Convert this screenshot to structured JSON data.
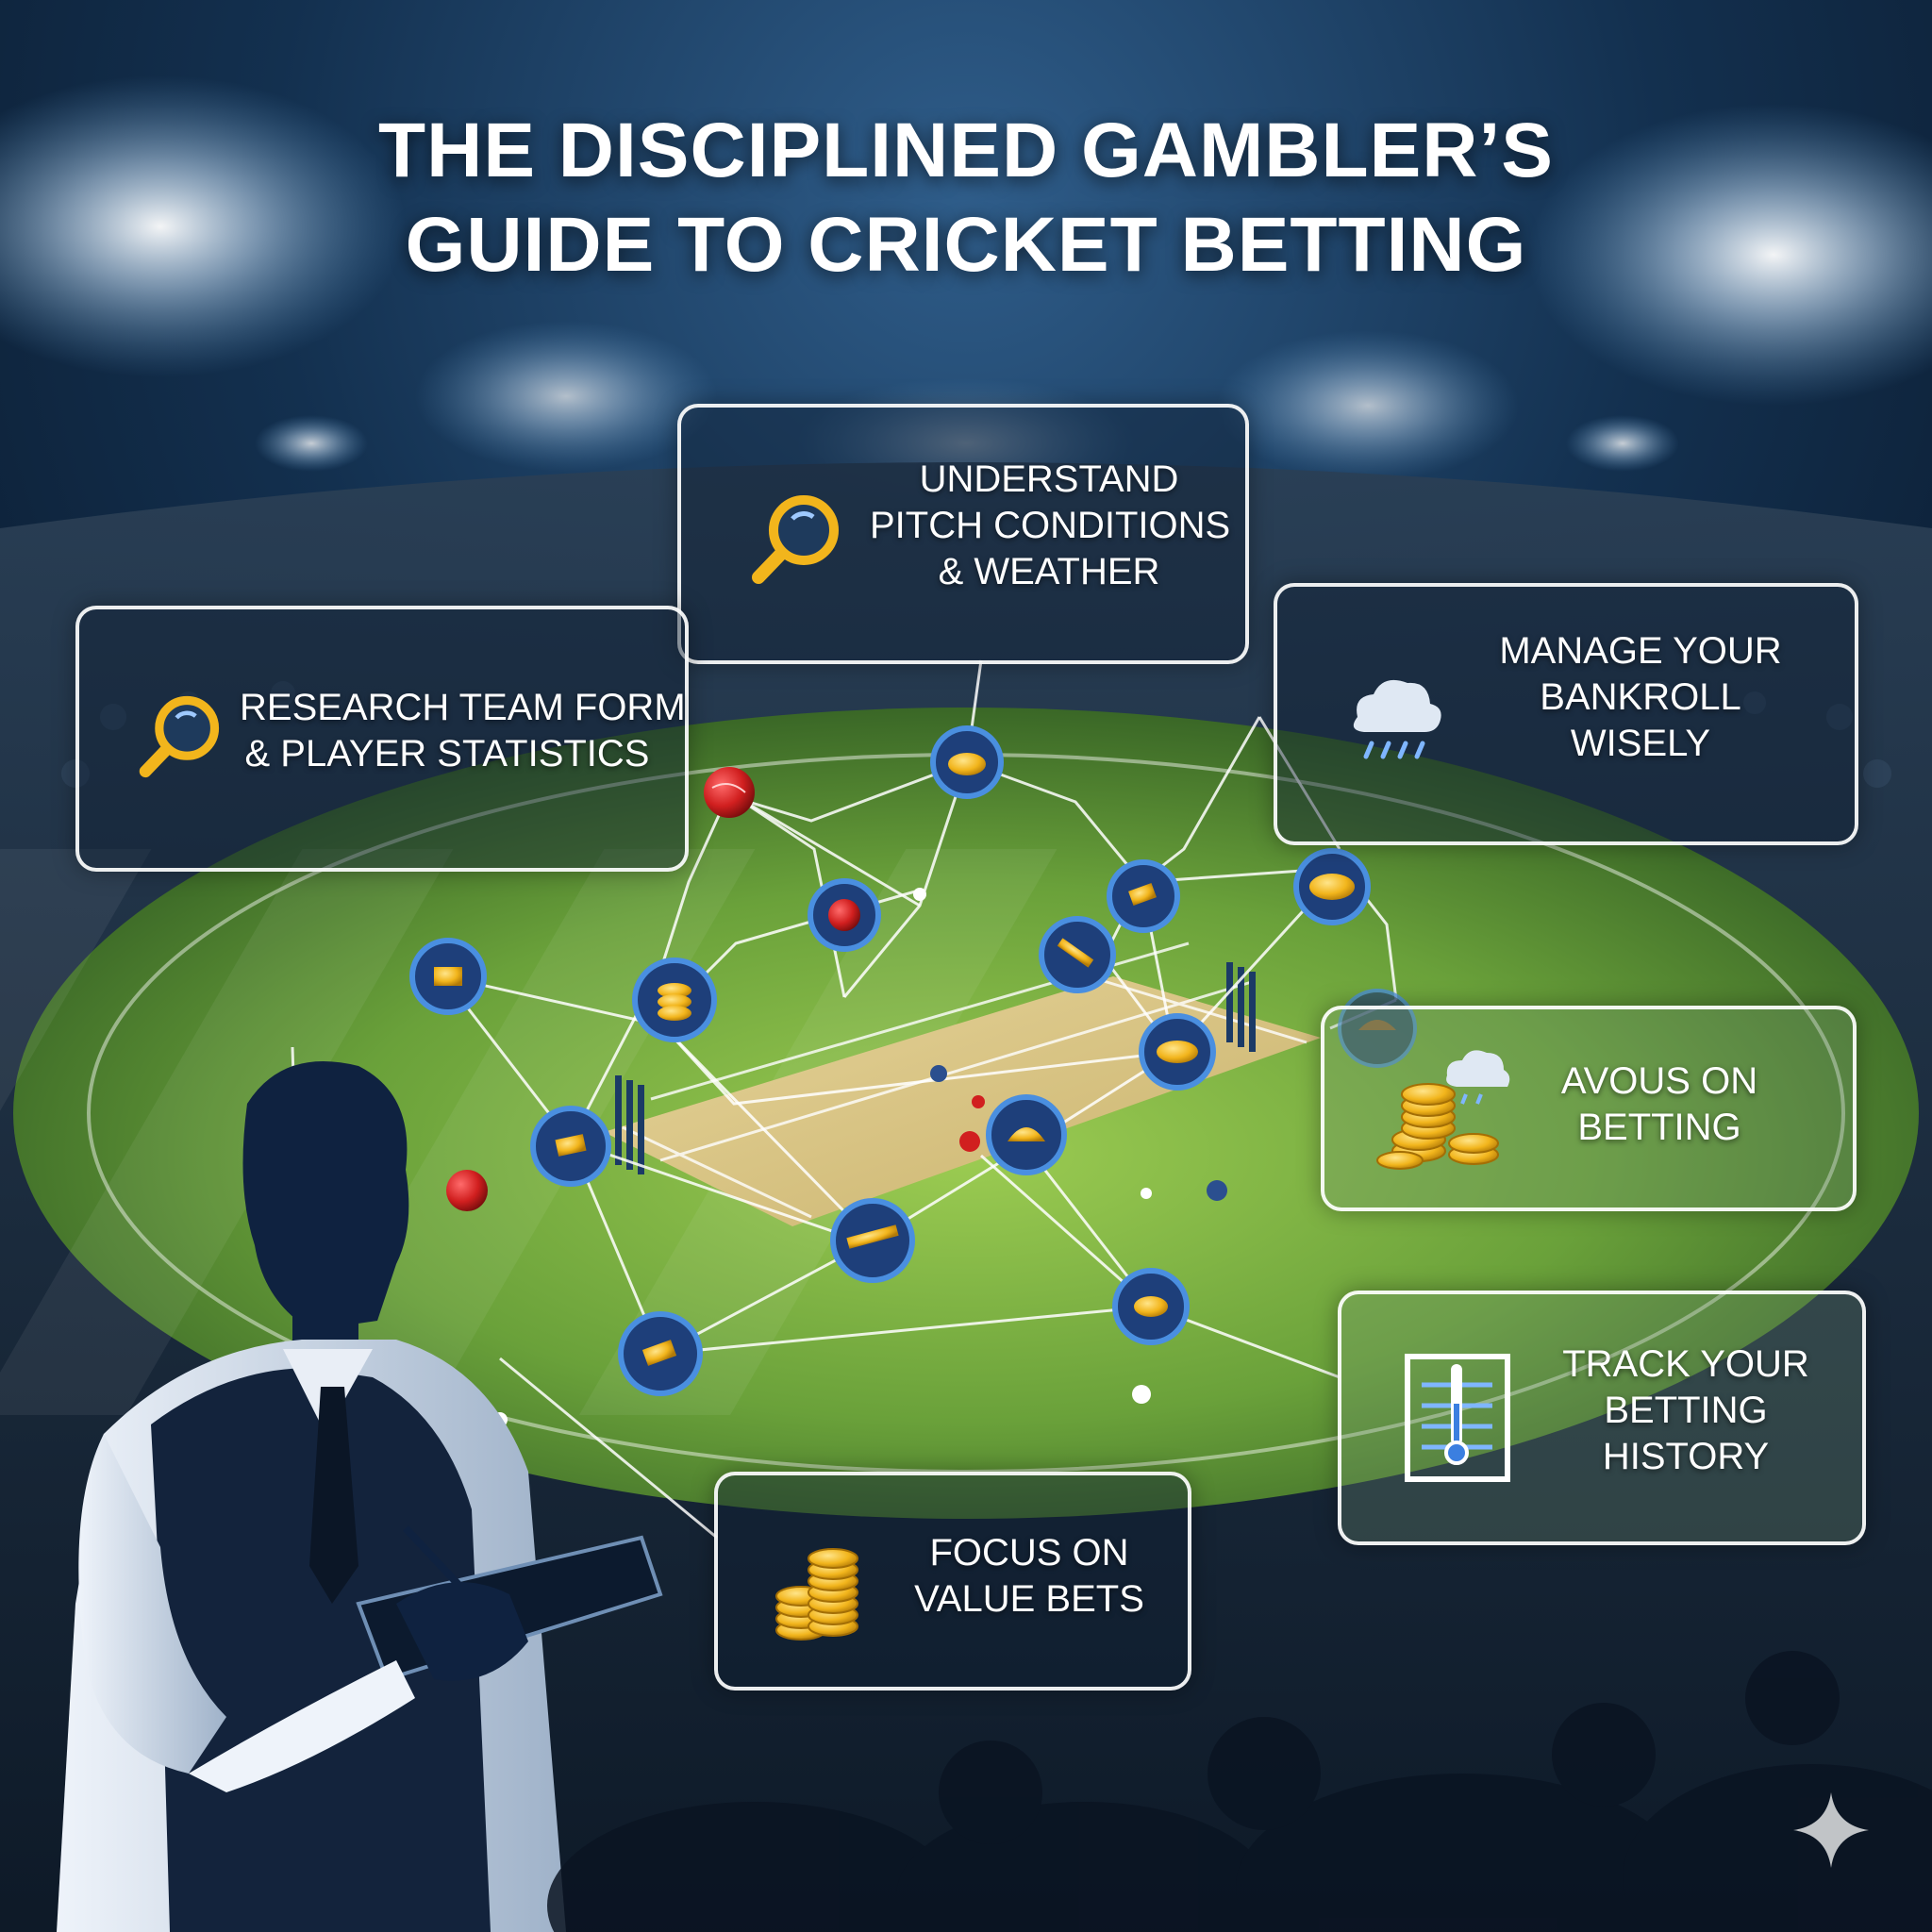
{
  "title": {
    "line1": "THE DISCIPLINED GAMBLER’S",
    "line2": "GUIDE TO CRICKET BETTING"
  },
  "cards": {
    "pitch": {
      "lines": [
        "UNDERSTAND",
        "PITCH CONDITIONS",
        "& WEATHER"
      ],
      "icon": "magnifier-icon"
    },
    "research": {
      "lines": [
        "RESEARCH TEAM FORM",
        "& PLAYER STATISTICS"
      ],
      "icon": "magnifier-icon"
    },
    "bankroll": {
      "lines": [
        "MANAGE YOUR",
        "BANKROLL",
        "WISELY"
      ],
      "icon": "rain-cloud-icon"
    },
    "avous": {
      "lines": [
        "AVOUS ON",
        "BETTING"
      ],
      "icon": "coin-stack-cloud-icon"
    },
    "track": {
      "lines": [
        "TRACK YOUR",
        "BETTING",
        "HISTORY"
      ],
      "icon": "notebook-thermometer-icon"
    },
    "value": {
      "lines": [
        "FOCUS ON",
        "VALUE BETS"
      ],
      "icon": "coin-stack-icon"
    }
  },
  "colors": {
    "pitch_green": "#6aa13a",
    "node_fill": "#1e3f7a",
    "node_ring": "#4a8fe0",
    "coin_gold": "#f2b51c",
    "ball_red": "#d11f1f",
    "card_border": "#ffffff"
  }
}
